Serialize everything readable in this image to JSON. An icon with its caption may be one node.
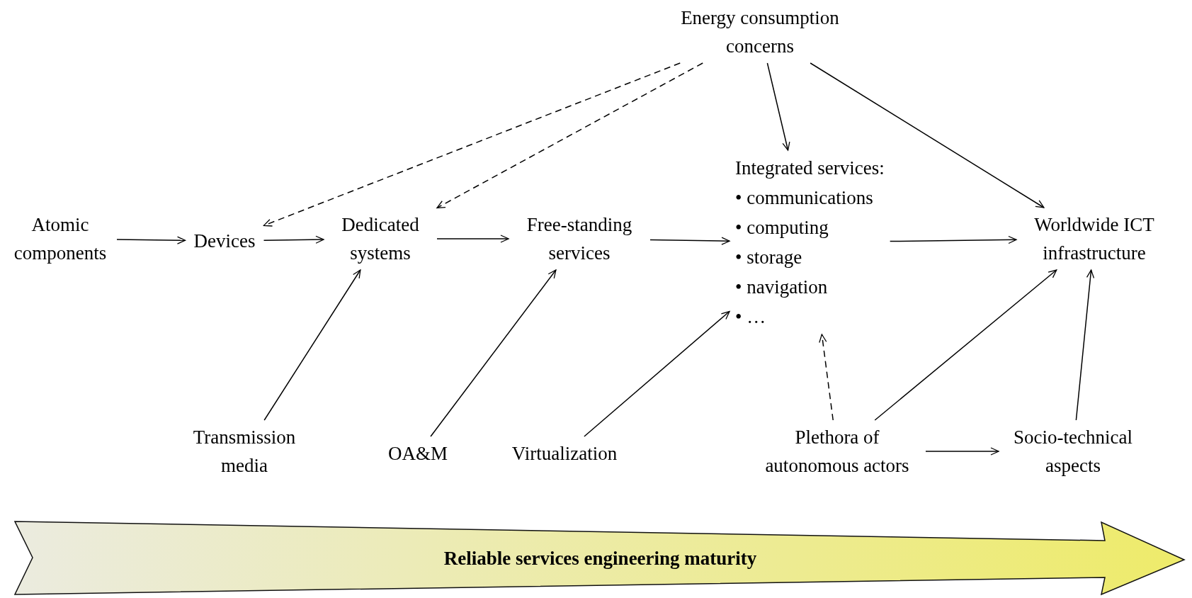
{
  "diagram": {
    "nodes": [
      {
        "text": [
          "Energy consumption concerns"
        ]
      },
      {
        "text": [
          "Atomic components"
        ]
      },
      {
        "text": [
          "Devices"
        ]
      },
      {
        "text": [
          "Dedicated systems"
        ]
      },
      {
        "text": [
          "Free-standing services"
        ]
      },
      {
        "text": [
          "Integrated services:",
          "• communications",
          "• computing",
          "• storage",
          "• navigation",
          "• …"
        ]
      },
      {
        "text": [
          "Worldwide ICT infrastructure"
        ]
      },
      {
        "text": [
          "Transmission media"
        ]
      },
      {
        "text": [
          "OA&M"
        ]
      },
      {
        "text": [
          "Virtualization"
        ]
      },
      {
        "text": [
          "Plethora of autonomous actors"
        ]
      },
      {
        "text": [
          "Socio-technical aspects"
        ]
      },
      {
        "text": [
          "Reliable services engineering maturity"
        ]
      }
    ],
    "edges": [
      {
        "from": 0,
        "to": 2,
        "arrow": "to",
        "style": "dashed"
      },
      {
        "from": 0,
        "to": 3,
        "arrow": "to",
        "style": "dashed"
      },
      {
        "from": 0,
        "to": 5,
        "arrow": "to"
      },
      {
        "from": 0,
        "to": 6,
        "arrow": "to"
      },
      {
        "from": 1,
        "to": 2,
        "arrow": "to"
      },
      {
        "from": 2,
        "to": 3,
        "arrow": "to"
      },
      {
        "from": 3,
        "to": 4,
        "arrow": "to"
      },
      {
        "from": 4,
        "to": 5,
        "arrow": "to"
      },
      {
        "from": 5,
        "to": 6,
        "arrow": "to"
      },
      {
        "from": 7,
        "to": 3,
        "arrow": "to"
      },
      {
        "from": 8,
        "to": 4,
        "arrow": "to"
      },
      {
        "from": 9,
        "to": 5,
        "arrow": "to"
      },
      {
        "from": 10,
        "to": 5,
        "arrow": "to",
        "style": "dashed"
      },
      {
        "from": 10,
        "to": 6,
        "arrow": "to"
      },
      {
        "from": 10,
        "to": 11,
        "arrow": "to"
      },
      {
        "from": 11,
        "to": 6,
        "arrow": "to"
      }
    ]
  }
}
